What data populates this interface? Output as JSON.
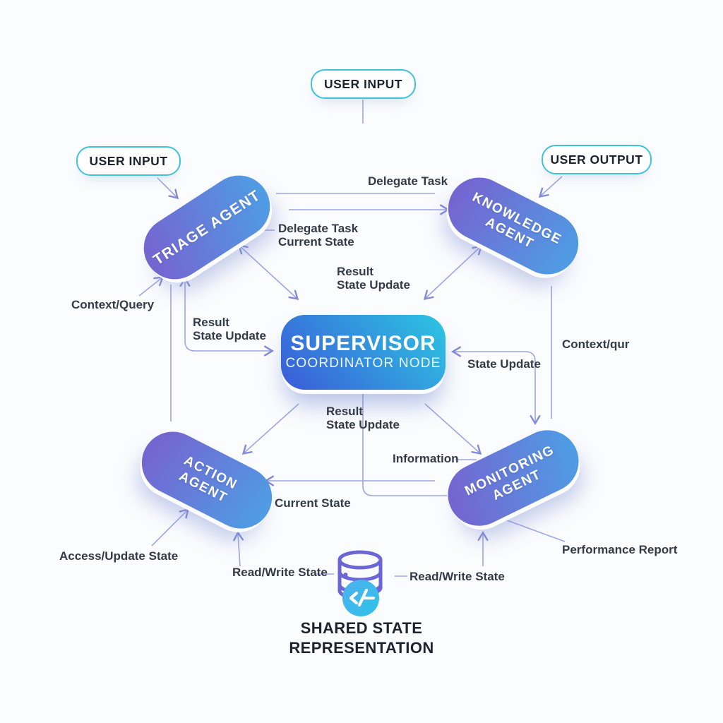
{
  "nodes": {
    "user_input_top": "USER INPUT",
    "user_input_left": "USER INPUT",
    "user_output": "USER OUTPUT",
    "triage_agent": "TRIAGE AGENT",
    "knowledge_agent": "KNOWLEDGE\nAGENT",
    "supervisor_title": "SUPERVISOR",
    "supervisor_subtitle": "COORDINATOR NODE",
    "action_agent": "ACTION\nAGENT",
    "monitoring_agent": "MONITORING\nAGENT",
    "shared_state": "SHARED STATE\nREPRESENTATION"
  },
  "edge_labels": {
    "delegate_task": "Delegate Task",
    "delegate_task_current_state": "Delegate Task\nCurrent State",
    "result_state_update_top": "Result\nState Update",
    "result_state_update_left": "Result\nState Update",
    "result_state_update_bottom": "Result\nState Update",
    "context_query": "Context/Query",
    "context_qur": "Context/qur",
    "state_update": "State Update",
    "information": "Information",
    "current_state": "Current State",
    "access_update_state": "Access/Update State",
    "read_write_state_left": "Read/Write State",
    "read_write_state_right": "Read/Write State",
    "performance_report": "Performance Report"
  },
  "icons": {
    "shared_state_icon": "database-code-icon"
  },
  "colors": {
    "background": "#fbfcfe",
    "outline_pill_border": "#3ec3dd",
    "agent_gradient_start": "#7466d1",
    "agent_gradient_end": "#4f9ce4",
    "supervisor_gradient_start": "#3b5ad8",
    "supervisor_gradient_end": "#2cc6e2",
    "arrow_line": "#9fa5e2",
    "arrow_head": "#8389d8",
    "edge_label_text": "#343b48",
    "node_text": "#ffffff",
    "dark_text": "#1d2430",
    "db_icon_stroke": "#6b66d6",
    "badge_gradient_start": "#4fb0ee",
    "badge_gradient_end": "#2ec2e8"
  }
}
